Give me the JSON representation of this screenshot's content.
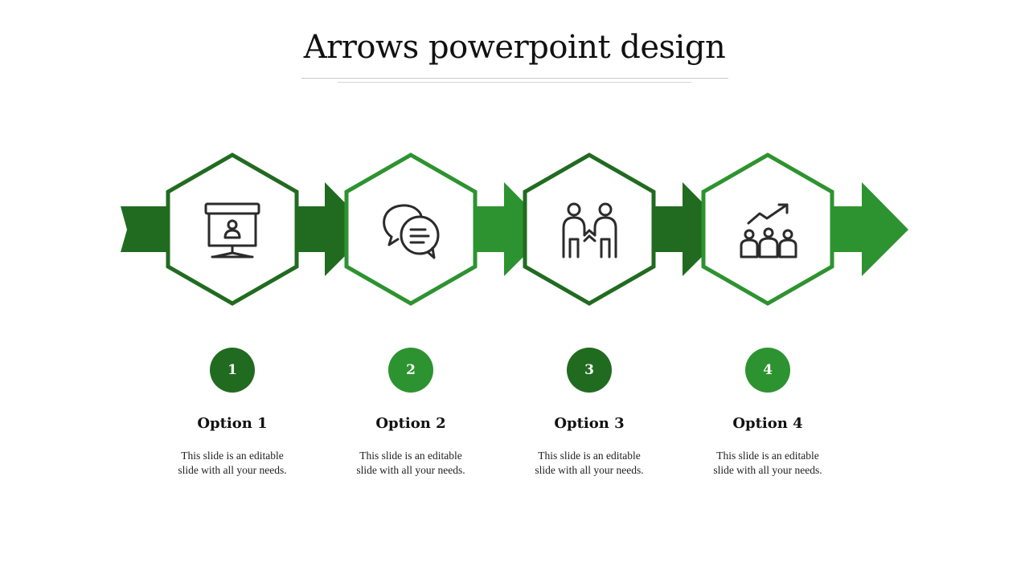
{
  "title": "Arrows powerpoint design",
  "colors": {
    "dark": "#216b21",
    "light": "#2d9330",
    "icon": "#2b2b2b"
  },
  "steps": [
    {
      "number": "1",
      "label": "Option 1",
      "description": "This slide is an editable slide with all your needs.",
      "icon": "presentation-board-icon",
      "tone": "dark"
    },
    {
      "number": "2",
      "label": "Option 2",
      "description": "This slide is an editable slide with all your needs.",
      "icon": "chat-bubbles-icon",
      "tone": "light"
    },
    {
      "number": "3",
      "label": "Option 3",
      "description": "This slide is an editable slide with all your needs.",
      "icon": "people-holding-hands-icon",
      "tone": "dark"
    },
    {
      "number": "4",
      "label": "Option 4",
      "description": "This slide is an editable slide with all your needs.",
      "icon": "team-growth-chart-icon",
      "tone": "light"
    }
  ]
}
